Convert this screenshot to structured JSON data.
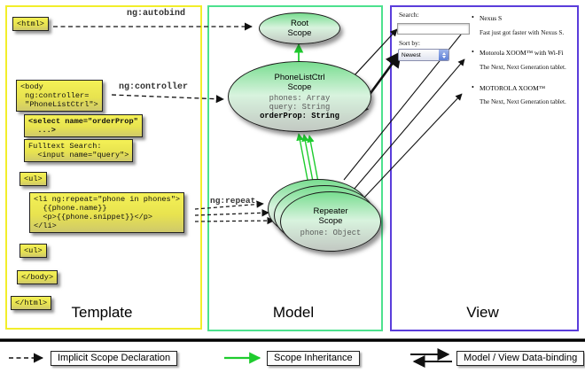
{
  "sections": {
    "template": {
      "caption": "Template",
      "border_color": "#f2ee2a"
    },
    "model": {
      "caption": "Model",
      "border_color": "#4de18e"
    },
    "view": {
      "caption": "View",
      "border_color": "#5a3ddb"
    }
  },
  "code_boxes": {
    "html_open": "<html>",
    "body_open": "<body\n ng:controller=\n \"PhoneListCtrl\">",
    "select_tag": "<select name=\"orderProp\"\n  ...>",
    "fulltext": "Fulltext Search:\n  <input name=\"query\">",
    "ul_open": "<ul>",
    "li_repeat": "<li ng:repeat=\"phone in phones\">\n  {{phone.name}}\n  <p>{{phone.snippet}}</p>\n</li>",
    "ul_close": "<ul>",
    "body_close": "</body>",
    "html_close": "</html>"
  },
  "arrow_labels": {
    "autobind": "ng:autobind",
    "controller": "ng:controller",
    "repeat": "ng:repeat"
  },
  "model": {
    "root_scope": {
      "line1": "Root",
      "line2": "Scope"
    },
    "phonelist_scope": {
      "line1": "PhoneListCtrl",
      "line2": "Scope",
      "prop1": "phones: Array",
      "prop2": "query: String",
      "prop3": "orderProp: String"
    },
    "repeater_scope": {
      "line1": "Repeater",
      "line2": "Scope",
      "prop1": "phone: Object"
    }
  },
  "view": {
    "search_label": "Search:",
    "search_value": "",
    "sort_label": "Sort by:",
    "sort_value": "Newest",
    "bullet_char": "•",
    "items": [
      {
        "name": "Nexus S",
        "desc": "Fast just got faster with Nexus S."
      },
      {
        "name": "Motorola XOOM™  with Wi-Fi",
        "desc": "The Next, Next Generation tablet."
      },
      {
        "name": "MOTOROLA XOOM™",
        "desc": "The Next, Next Generation tablet."
      }
    ]
  },
  "legend": {
    "implicit": "Implicit Scope Declaration",
    "inheritance": "Scope Inheritance",
    "databinding": "Model / View Data-binding"
  },
  "colors": {
    "inheritance_green": "#1ecc2e",
    "arrow_black": "#111111",
    "box_yellow": "#efed4e"
  }
}
